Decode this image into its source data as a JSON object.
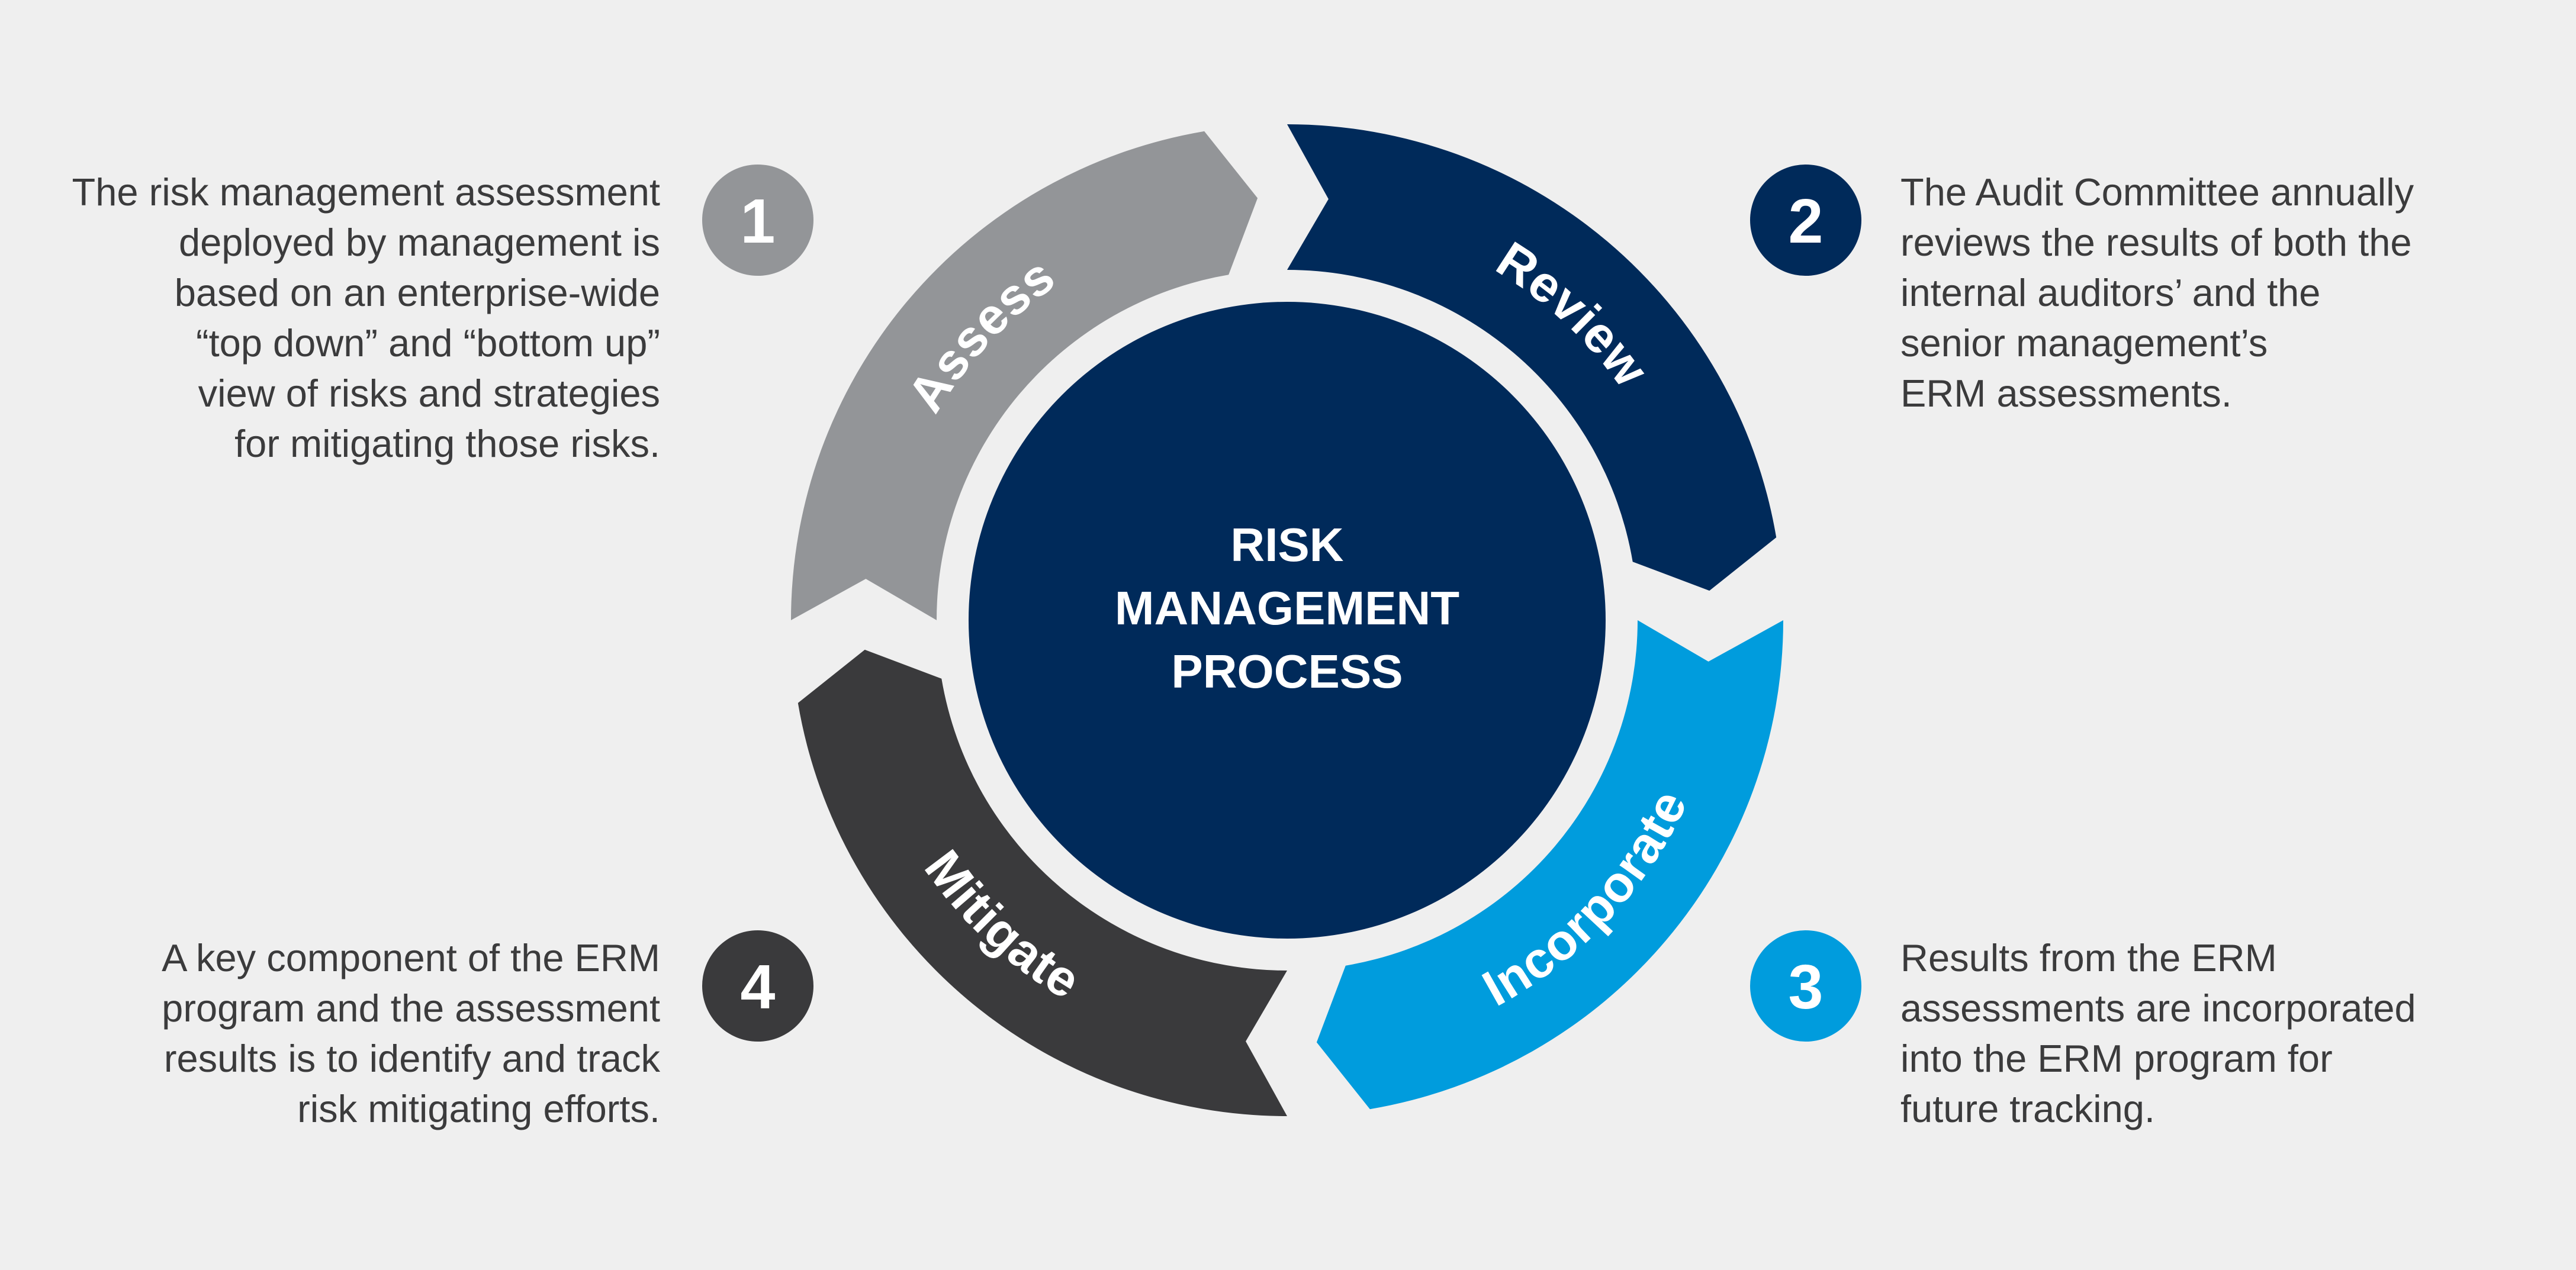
{
  "center": {
    "lines": [
      "RISK",
      "MANAGEMENT",
      "PROCESS"
    ]
  },
  "stages": [
    {
      "number": "1",
      "label": "Assess",
      "color": "#939598",
      "description": [
        "The risk management assessment",
        "deployed by management is",
        "based on an enterprise-wide",
        "“top down” and “bottom up”",
        "view of risks and strategies",
        "for mitigating those risks."
      ]
    },
    {
      "number": "2",
      "label": "Review",
      "color": "#002a5a",
      "description": [
        "The Audit Committee annually",
        "reviews the results of both the",
        "internal auditors’ and the",
        "senior management’s",
        "ERM assessments."
      ]
    },
    {
      "number": "3",
      "label": "Incorporate",
      "color": "#009cdd",
      "description": [
        "Results from the ERM",
        "assessments are incorporated",
        "into the ERM program for",
        "future tracking."
      ]
    },
    {
      "number": "4",
      "label": "Mitigate",
      "color": "#3a3a3c",
      "description": [
        "A key component of the ERM",
        "program and the assessment",
        "results is to identify and track",
        "risk mitigating efforts."
      ]
    }
  ],
  "colors": {
    "background": "#efefef",
    "center_circle": "#002a5a",
    "text": "#3b3b3c"
  }
}
